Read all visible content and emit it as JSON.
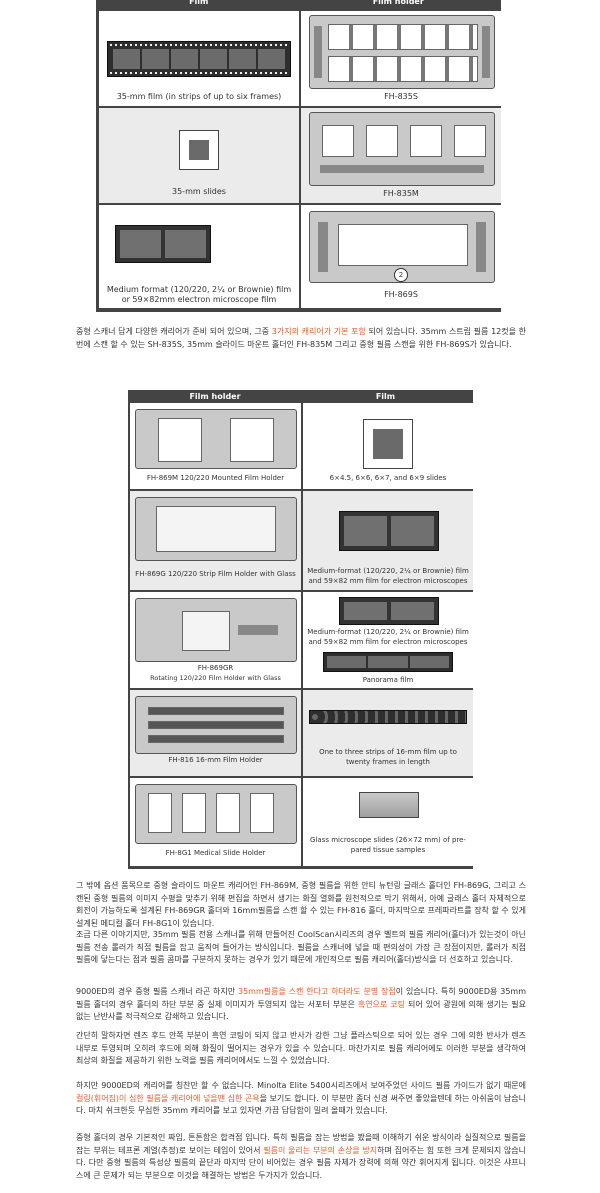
{
  "table1": {
    "col_film": "Film",
    "col_holder": "Film holder",
    "rows": [
      {
        "film": "35-mm film (in strips of up to six frames)",
        "holder": "FH-835S"
      },
      {
        "film": "35-mm slides",
        "holder": "FH-835M"
      },
      {
        "film_line1": "Medium format (120/220, 2¼ or Brownie) film",
        "film_line2": "or 59×82mm electron microscope film",
        "holder": "FH-869S"
      }
    ],
    "holder_badge": "2"
  },
  "para1": {
    "pre": "중형 스캐너 답게 다양한 캐리어가 준비 되어 있으며, 그중 ",
    "hl": "3가지의 캐리어가 기본 포함",
    "post": " 되어 있습니다. 35mm 스트립 필름 12컷을 한번에 스캔 할 수 있는 SH-835S, 35mm 슬라이드 마운트 홀더인 FH-835M 그리고 중형 필름 스캔을 위한 FH-869S가 있습니다."
  },
  "table2": {
    "col_holder": "Film holder",
    "col_film": "Film",
    "rows": [
      {
        "holder": "FH-869M 120/220 Mounted Film Holder",
        "film": "6×4.5, 6×6, 6×7, and 6×9 slides"
      },
      {
        "holder": "FH-869G 120/220 Strip Film Holder with Glass",
        "film_line1": "Medium-format (120/220, 2¼ or Brownie) film",
        "film_line2": "and 59×82 mm film for electron microscopes"
      },
      {
        "holder_line1": "FH-869GR",
        "holder_line2": "Rotating 120/220 Film Holder with Glass",
        "film_line1": "Medium-format (120/220, 2¼ or Brownie) film",
        "film_line2": "and 59×82 mm film for electron microscopes",
        "film_extra": "Panorama film"
      },
      {
        "holder": "FH-816 16-mm Film Holder",
        "film_line1": "One to three strips of 16-mm film up to",
        "film_line2": "twenty frames in length"
      },
      {
        "holder": "FH-8G1 Medical Slide Holder",
        "film_line1": "Glass microscope slides (26×72 mm) of pre-",
        "film_line2": "pared tissue samples"
      }
    ]
  },
  "para2": "그 밖에 옵션 품목으로 중형 슬라이드 마운트 캐리어인 FH-869M, 중형 필름을 위한 안티 뉴턴링 글래스 홀더인 FH-869G, 그리고 스캔된 중형 필름의 이미지 수평을 맞추기 위해 편집을 하면서 생기는 화질 열화를 원천적으로 막기 위해서, 아예 글래스 홀더 자체적으로 회전이 가능하도록 설계된 FH-869GR 홀더와 16mm필름을 스캔 할 수 있는 FH-816 홀더, 마지막으로 프레파라트를 장착 할 수 있게 설계된 메디컬 홀더 FH-8G1이 있습니다.",
  "para3": "조금 다른 이야기지만, 35mm 필름 전용 스캐너를 위해 만들어진 CoolScan시리즈의 경우 벨트의 필름 캐리어(홀더)가 있는것이 아닌 필름 전송 롤러가 직접 필름을 잡고 움직여 들어가는 방식입니다. 필름을 스캐너에 넣을 때 편의성이 가장 큰 장점이지만, 롤러가 직접 필름에 닿는다는 점과 필름 콤마를 구분하지 못하는 경우가 있기 때문에 개인적으로 필름 캐리어(홀더)방식을 더 선호하고 있습니다.",
  "para4": {
    "pre": "9000ED의 경우 중형 필름 스캐너 라곤 하지만 ",
    "hl1": "35mm필름을 스캔 한다고 하더라도 분명 장점",
    "mid": "이 있습니다. 특히 9000ED용 35mm 필름 홀더의 경우 홀더의 하단 부분 중 실제 이미지가 투영되지 않는 서포터 부분은 ",
    "hl2": "흑연으로 코팅",
    "post": " 되어 있어 광원에 의해 생기는 필요 없는 난반사를 적극적으로 감쇄하고 있습니다."
  },
  "para5": "간단히 말하자면 렌즈 후드 안쪽 부분이 흑연 코팅이 되지 않고 반사가 강한 그냥 플라스틱으로 되어 있는 경우 그에 의한 반사가 렌즈 내부로 투영되며 오히려 후드에 의해 화질이 떨어지는 경우가 있을 수 있습니다. 마찬가지로 필름 캐리어에도 이러한 부분을 생각하여 최상의 화질을 제공하기 위한 노력을 필름 캐리어에서도 느낄 수 있었습니다.",
  "para6": {
    "pre": "하지만 9000ED의 캐리어를 칭찬만 할 수 없습니다. Minolta Elite 5400시리즈에서 보여주었던 사이드 필름 가이드가 없기 때문에 ",
    "hl": "컬링(휘어짐)이 심한 필름을 캐리어에 넣을땐 심한 곤욕",
    "post": "을 보기도 합니다. 이 부분만 좀더 신경 써주면 좋았을텐데 하는 아쉬움이 남습니다. 마치 쉬크한듯 무심한 35mm 캐리어를 보고 있자면 가끔 답답함이 밀려 올때가 있습니다."
  },
  "para7": {
    "pre": "중형 홀더의 경우 기본적인 짜임, 튼튼함은 합격점 입니다. 특히 필름을 잡는 방법을 봤을때 이해하기 쉬운 방식이라 실질적으로 필름을 잡는 부위는 테프론 계열(추정)로 보이는 테입이 있어서 ",
    "hl": "필름이 울리는 부분의 손상을 방지",
    "post": "하며 집어주는 힘 또한 크게 문제되지 않습니다. 다만 중형 필름의 특성상 필름의 끝단과 마지막 단이 비어있는 경우 필름 자체가 장력에 의해 약간 휘어지게 됩니다. 이것은 샤프니스에 큰 문제가 되는 부분으로 이것을 해결하는 방법은 두가지가 있습니다."
  }
}
